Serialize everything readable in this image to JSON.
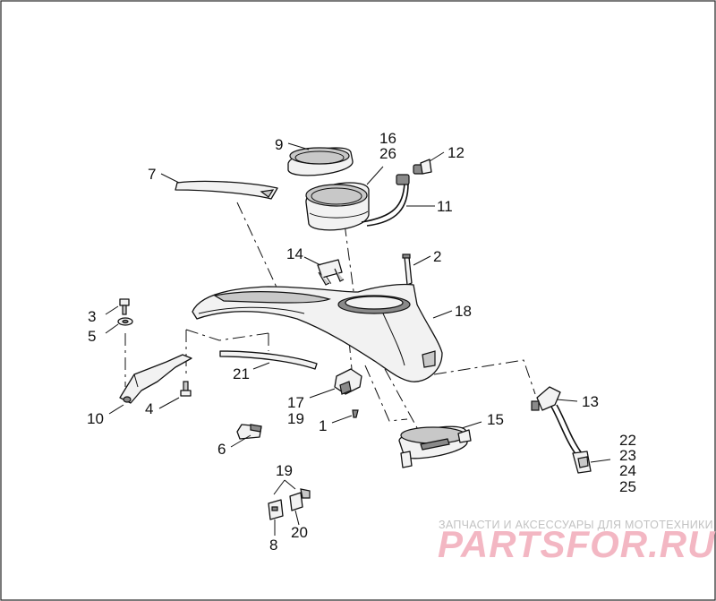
{
  "callouts": [
    {
      "id": "c1",
      "label": "1"
    },
    {
      "id": "c2",
      "label": "2"
    },
    {
      "id": "c3",
      "label": "3"
    },
    {
      "id": "c4",
      "label": "4"
    },
    {
      "id": "c5",
      "label": "5"
    },
    {
      "id": "c6",
      "label": "6"
    },
    {
      "id": "c7",
      "label": "7"
    },
    {
      "id": "c8",
      "label": "8"
    },
    {
      "id": "c9",
      "label": "9"
    },
    {
      "id": "c10",
      "label": "10"
    },
    {
      "id": "c11",
      "label": "11"
    },
    {
      "id": "c12",
      "label": "12"
    },
    {
      "id": "c13",
      "label": "13"
    },
    {
      "id": "c14",
      "label": "14"
    },
    {
      "id": "c15",
      "label": "15"
    },
    {
      "id": "c16",
      "label": "16"
    },
    {
      "id": "c17",
      "label": "17"
    },
    {
      "id": "c18",
      "label": "18"
    },
    {
      "id": "c19a",
      "label": "19"
    },
    {
      "id": "c19b",
      "label": "19"
    },
    {
      "id": "c20",
      "label": "20"
    },
    {
      "id": "c21",
      "label": "21"
    },
    {
      "id": "c22",
      "label": "22"
    },
    {
      "id": "c23",
      "label": "23"
    },
    {
      "id": "c24",
      "label": "24"
    },
    {
      "id": "c25",
      "label": "25"
    },
    {
      "id": "c26",
      "label": "26"
    }
  ],
  "watermark": {
    "tagline": "ЗАПЧАСТИ И АКСЕССУАРЫ ДЛЯ МОТОТЕХНИКИ",
    "brand": "PARTSFOR.RU"
  }
}
